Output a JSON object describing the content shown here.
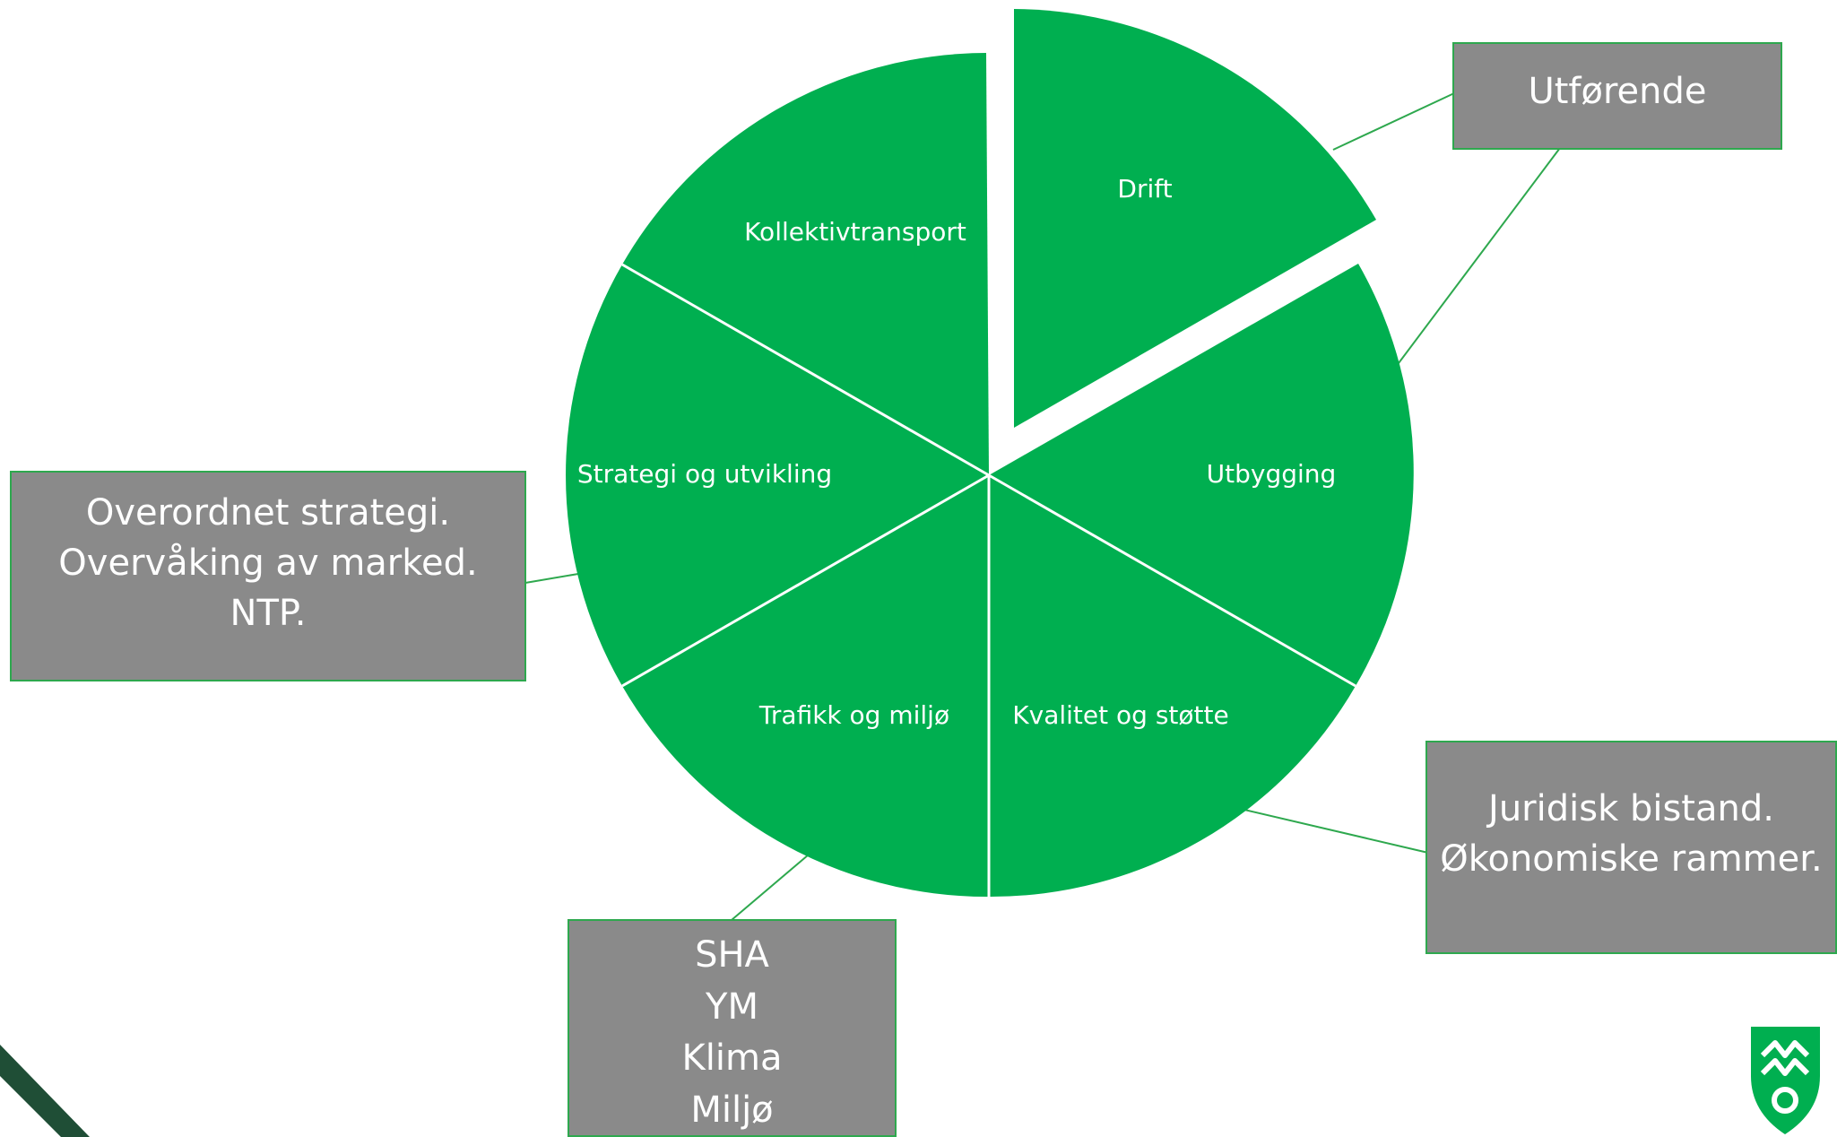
{
  "colors": {
    "slice": "#00af50",
    "callout_fill": "#8a8a8a",
    "callout_border": "#2ea84e",
    "connector": "#2ea84e",
    "logo": "#00af50",
    "corner_stripe": "#1f4e36"
  },
  "slices": {
    "drift": "Drift",
    "utbygging": "Utbygging",
    "kvalitet": "Kvalitet og støtte",
    "trafikk": "Trafikk og miljø",
    "strategi": "Strategi og utvikling",
    "kollektiv": "Kollektivtransport"
  },
  "callouts": {
    "utforende": {
      "lines": [
        "Utførende"
      ]
    },
    "strategi": {
      "lines": [
        "Overordnet strategi.",
        "Overvåking av marked.",
        "NTP."
      ]
    },
    "juridisk": {
      "lines": [
        "Juridisk bistand.",
        "Økonomiske rammer."
      ]
    },
    "sha": {
      "lines": [
        "SHA",
        "YM",
        "Klima",
        "Miljø"
      ]
    }
  },
  "logo": {
    "icon": "county-shield-logo"
  }
}
